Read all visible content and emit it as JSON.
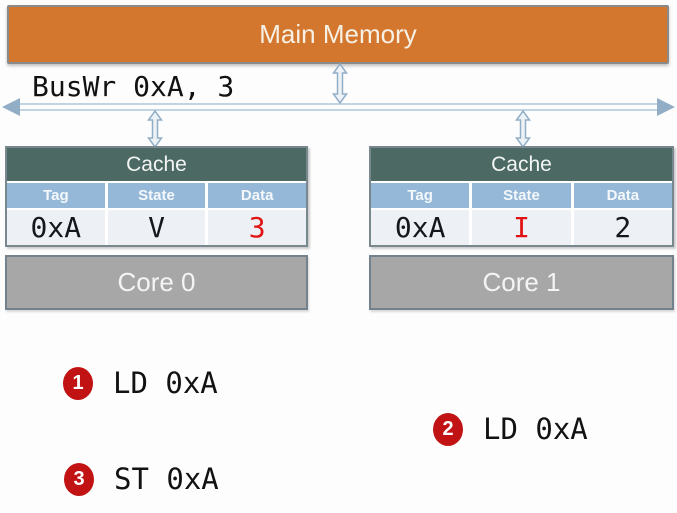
{
  "memory": {
    "label": "Main Memory"
  },
  "bus": {
    "label": "BusWr 0xA, 3"
  },
  "caches": [
    {
      "title": "Cache",
      "columns": [
        "Tag",
        "State",
        "Data"
      ],
      "row": {
        "tag": "0xA",
        "state": "V",
        "data": "3"
      }
    },
    {
      "title": "Cache",
      "columns": [
        "Tag",
        "State",
        "Data"
      ],
      "row": {
        "tag": "0xA",
        "state": "I",
        "data": "2"
      }
    }
  ],
  "cores": [
    {
      "label": "Core 0"
    },
    {
      "label": "Core 1"
    }
  ],
  "events": [
    {
      "num": "1",
      "label": "LD 0xA"
    },
    {
      "num": "2",
      "label": "LD 0xA"
    },
    {
      "num": "3",
      "label": "ST 0xA"
    }
  ],
  "colors": {
    "memory_fill": "#d4772e",
    "cache_header_fill": "#4c6a63",
    "column_header_fill": "#95b8d8",
    "data_row_fill": "#edf1f5",
    "core_fill": "#a7a7a7",
    "highlight_red": "#e01414",
    "badge_red": "#c11313",
    "bus_blue": "#92adc6"
  }
}
